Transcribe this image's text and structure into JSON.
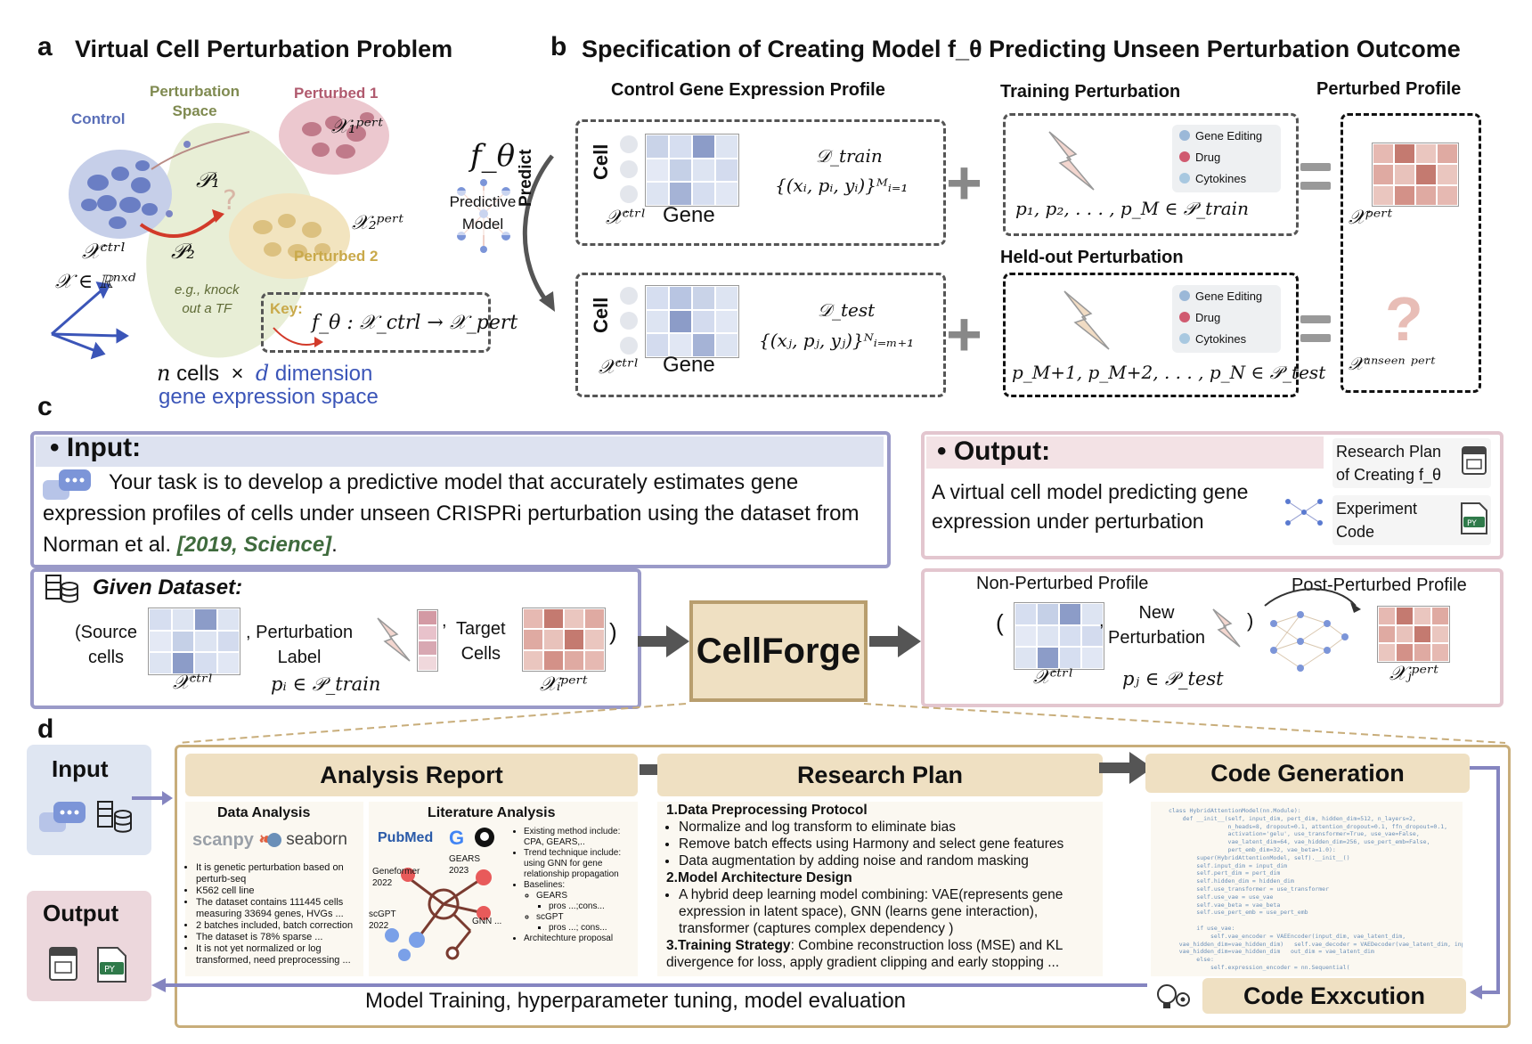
{
  "panel_a": {
    "letter": "a",
    "title": "Virtual Cell Perturbation Problem",
    "perturbation_space": [
      "Perturbation",
      "Space"
    ],
    "control": "Control",
    "perturbed1": "Perturbed 1",
    "perturbed2": "Perturbed 2",
    "x_pert1": "𝒳₁ᵖᵉʳᵗ",
    "x_pert2": "𝒳₂ᵖᵉʳᵗ",
    "p1": "𝒫₁",
    "p2": "𝒫₂",
    "x_ctrl": "𝒳ᶜᵗʳˡ",
    "x_space": "𝒳 ∈ ℝⁿˣᵈ",
    "example": [
      "e.g., knock",
      "out a TF"
    ],
    "model_symbol": "f_θ",
    "model_label": [
      "Predictive",
      "Model"
    ],
    "predict": "Predict",
    "key_label": "Key:",
    "key_formula": "f_θ : 𝒳_ctrl → 𝒳_pert",
    "n_cells": "n",
    "cells_word": "cells",
    "times": "×",
    "d_dim": "d",
    "dimension_word": "dimension",
    "gene_space": "gene expression space",
    "colors": {
      "control": "#5a6fb8",
      "perturbed1": "#b05a6e",
      "perturbed2": "#c9a94a",
      "space": "#a6b57a",
      "arrow": "#d23a2a"
    }
  },
  "panel_b": {
    "letter": "b",
    "title": "Specification of Creating Model f_θ Predicting Unseen Perturbation Outcome",
    "control_profile": "Control Gene Expression Profile",
    "training_perturbation": "Training Perturbation",
    "perturbed_profile": "Perturbed Profile",
    "heldout_perturbation": "Held-out Perturbation",
    "cell": "Cell",
    "gene": "Gene",
    "x_ctrl": "𝒳ᶜᵗʳˡ",
    "d_train": "𝒟_train",
    "d_train_set": "{(xᵢ, pᵢ, yᵢ)}ᴹᵢ₌₁",
    "d_test": "𝒟_test",
    "d_test_set": "{(xⱼ, pⱼ, yⱼ)}ᴺᵢ₌ₘ₊₁",
    "train_set": "p₁, p₂, . . . , p_M ∈ 𝒫_train",
    "test_set": "p_M+1, p_M+2, . . . , p_N ∈ 𝒫_test",
    "legend": [
      "Gene Editing",
      "Drug",
      "Cytokines"
    ],
    "x_pert": "𝒳ᵖᵉʳᵗ",
    "x_unseen": "𝒳ᵘⁿˢᵉᵉⁿ ᵖᵉʳᵗ",
    "question": "?"
  },
  "panel_c": {
    "letter": "c",
    "input_title": "Input:",
    "input_text_1": "Your task is to develop a predictive model that accurately estimates gene expression profiles of cells under unseen CRISPRi perturbation using the dataset from Norman et al. ",
    "input_cite": "[2019, Science]",
    "input_text_end": ".",
    "output_title": "Output:",
    "output_text": "A virtual cell model predicting gene expression under perturbation",
    "research_plan": "Research Plan",
    "of_creating": "of Creating f_θ",
    "experiment_code": [
      "Experiment",
      "Code"
    ],
    "given_dataset": "Given Dataset:",
    "source_cells": [
      "(Source",
      "cells"
    ],
    "perturbation_label": [
      ", Perturbation",
      "Label"
    ],
    "p_i": "pᵢ ∈ 𝒫_train",
    "target_cells": [
      "Target",
      "Cells"
    ],
    "x_ctrl": "𝒳ᶜᵗʳˡ",
    "x_i_pert": "𝒳ᵢᵖᵉʳᵗ",
    "close_paren": ")",
    "comma": ",",
    "cellforge": "CellForge",
    "non_perturbed": "Non-Perturbed Profile",
    "post_perturbed": "Post-Perturbed Profile",
    "new_perturbation": [
      "New",
      "Perturbation"
    ],
    "p_j": "pⱼ ∈ 𝒫_test",
    "x_j_pert": "𝒳ⱼᵖᵉʳᵗ",
    "open_paren": "("
  },
  "panel_d": {
    "letter": "d",
    "input": "Input",
    "output": "Output",
    "analysis_report": "Analysis Report",
    "research_plan": "Research Plan",
    "code_generation": "Code Generation",
    "code_execution": "Code Exxcution",
    "loop_text": "Model Training, hyperparameter tuning, model evaluation",
    "data_analysis": "Data Analysis",
    "literature_analysis": "Literature Analysis",
    "scanpy": "scanpy",
    "seaborn": "seaborn",
    "pubmed": "PubMed",
    "data_bullets": [
      "It is genetic perturbation based on perturb-seq",
      "K562 cell line",
      "The dataset contains 111445 cells measuring  33694 genes, HVGs ...",
      "2 batches included, batch correction",
      "The dataset is 78% sparse ...",
      "It is not yet normalized or log transformed, need preprocessing ..."
    ],
    "lit_nodes": {
      "geneformer": "Geneformer\n2022",
      "gears": "GEARS\n2023",
      "scgpt": "scGPT\n2022",
      "gnn": "GNN ..."
    },
    "lit_bullets": {
      "b1": "Existing method include: CPA, GEARS,..",
      "b2": "Trend technique include: using GNN for gene relationship propagation",
      "b3": "Baselines:",
      "gears": "GEARS",
      "gears_pros": "pros ...;cons...",
      "scgpt": "scGPT",
      "scgpt_pros": "pros ...; cons...",
      "b4": "Architechture proposal"
    },
    "plan": {
      "s1": "Data Preprocessing Protocol",
      "s1_items": [
        "Normalize and log transform to eliminate bias",
        "Remove batch effects using Harmony and select gene features",
        "Data augmentation by adding noise and random masking"
      ],
      "s2": "Model Architecture Design",
      "s2_items": [
        "A hybrid deep learning model combining: VAE(represents gene expression in latent space), GNN (learns gene interaction), transformer (captures complex dependency )"
      ],
      "s3": "Training Strategy",
      "s3_text": ": Combine reconstruction loss (MSE) and KL divergence for loss, apply gradient clipping and early stopping ..."
    },
    "code_lines": [
      "class HybridAttentionModel(nn.Module):",
      "    def __init__(self, input_dim, pert_dim, hidden_dim=512, n_layers=2,",
      "                 n_heads=8, dropout=0.1, attention_dropout=0.1, ffn_dropout=0.1,",
      "                 activation='gelu', use_transformer=True, use_vae=False,",
      "                 vae_latent_dim=64, vae_hidden_dim=256, use_pert_emb=False,",
      "                 pert_emb_dim=32, vae_beta=1.0):",
      "        super(HybridAttentionModel, self).__init__()",
      "        self.input_dim = input_dim",
      "        self.pert_dim = pert_dim",
      "        self.hidden_dim = hidden_dim",
      "        self.use_transformer = use_transformer",
      "        self.use_vae = use_vae",
      "        self.vae_beta = vae_beta",
      "        self.use_pert_emb = use_pert_emb",
      "",
      "        if use_vae:",
      "            self.vae_encoder = VAEEncoder(input_dim, vae_latent_dim,",
      "   vae_hidden_dim=vae_hidden_dim)   self.vae_decoder = VAEDecoder(vae_latent_dim, input_dim,",
      "   vae_hidden_dim=vae_hidden_dim   out_dim = vae_latent_dim",
      "        else:",
      "            self.expression_encoder = nn.Sequential("
    ],
    "colors": {
      "stage_bg": "#efe0c2",
      "frame": "#c8ad7a",
      "input_bg": "#dfe6f2",
      "output_bg": "#ecd7dc",
      "loop": "#8585c0"
    }
  }
}
